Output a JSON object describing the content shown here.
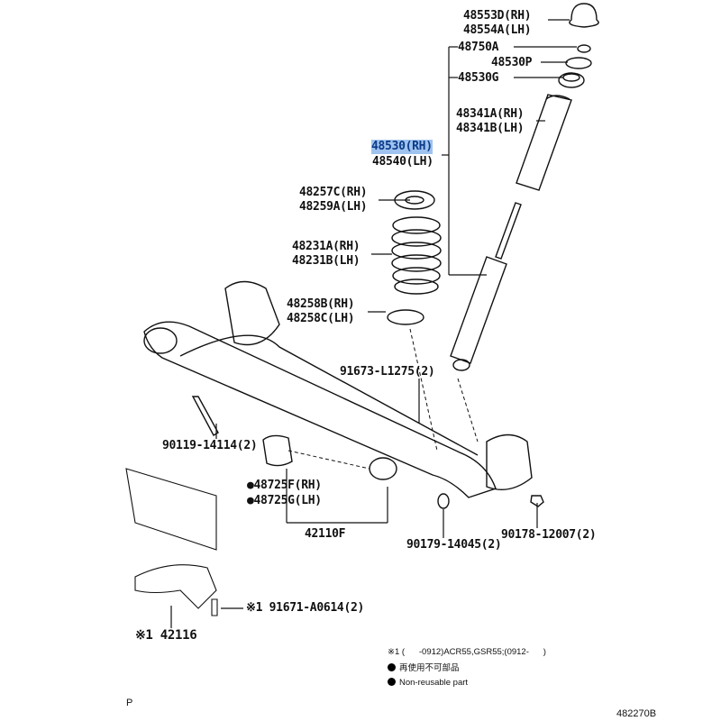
{
  "parts": {
    "p48553d": "48553D(RH)",
    "p48554a": "48554A(LH)",
    "p48750a": "48750A",
    "p48530p": "48530P",
    "p48530g": "48530G",
    "p48341a": "48341A(RH)",
    "p48341b": "48341B(LH)",
    "p48530": "48530(RH)",
    "p48540": "48540(LH)",
    "p48257c": "48257C(RH)",
    "p48259a": "48259A(LH)",
    "p48231a": "48231A(RH)",
    "p48231b": "48231B(LH)",
    "p48258b": "48258B(RH)",
    "p48258c": "48258C(LH)",
    "p91673": "91673-L1275(2)",
    "p90119": "90119-14114(2)",
    "p48725f": "●48725F(RH)",
    "p48725g": "●48725G(LH)",
    "p42110f": "42110F",
    "p90179": "90179-14045(2)",
    "p90178": "90178-12007(2)",
    "p91671": "※1 91671-A0614(2)",
    "p42116": "※1 42116"
  },
  "notes": {
    "applicability": "※1 (      -0912)ACR55,GSR55;(0912-      )",
    "non_reusable_jp": "再使用不可部品",
    "non_reusable_en": "Non-reusable part"
  },
  "footer": {
    "left_mark": "P",
    "diagram_code": "482270B"
  },
  "highlight_color": "#9fc3ee"
}
